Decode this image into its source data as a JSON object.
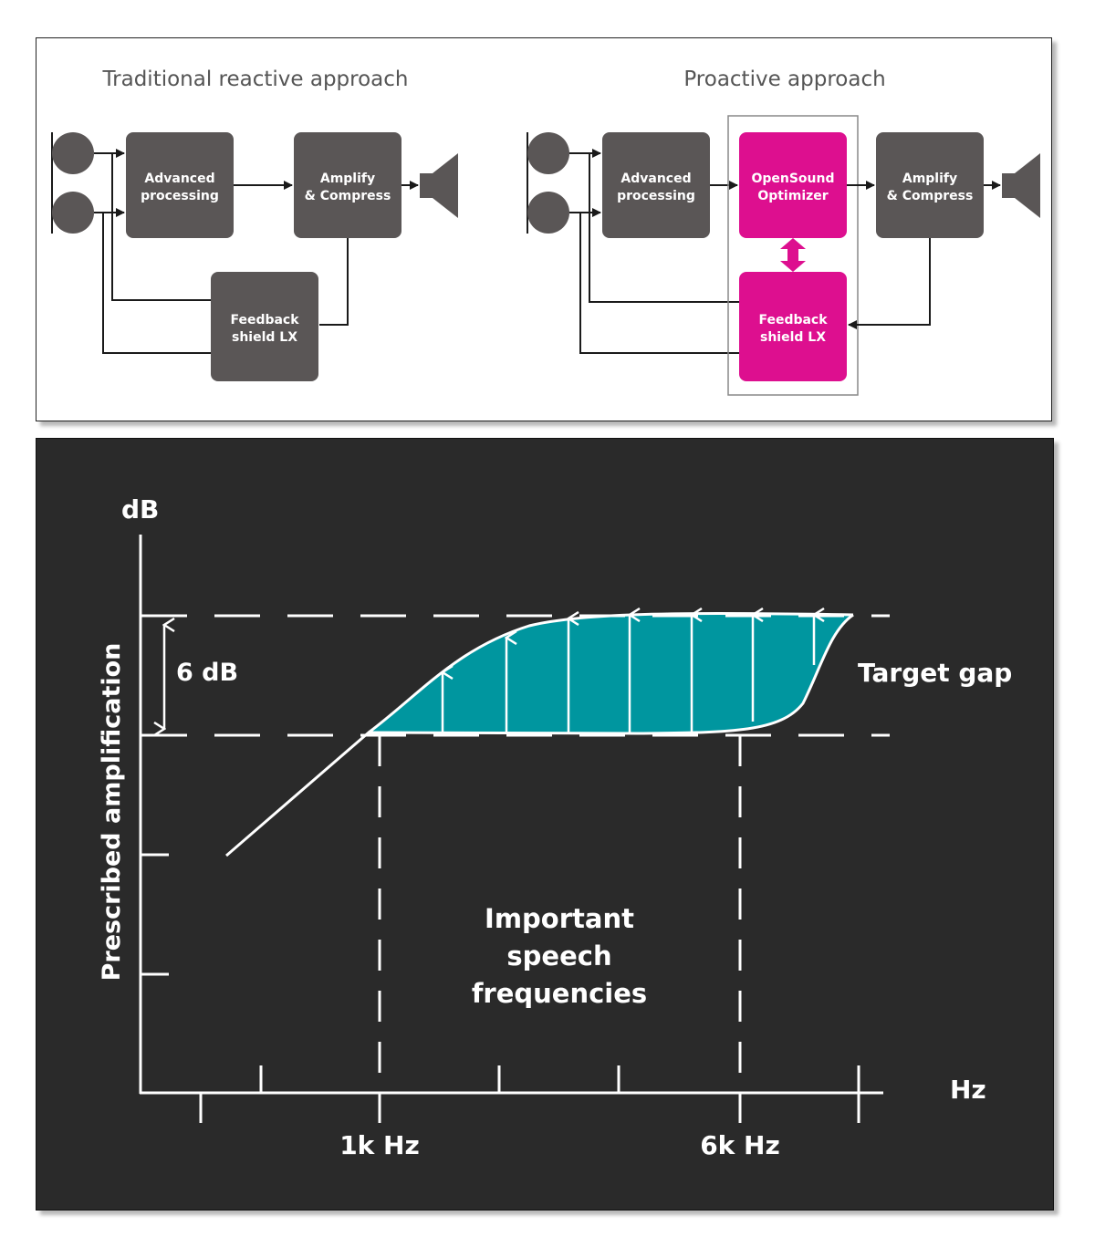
{
  "top_diagram": {
    "left_title": "Traditional reactive approach",
    "right_title": "Proactive approach",
    "left_blocks": {
      "advanced": [
        "Advanced",
        "processing"
      ],
      "amplify": [
        "Amplify",
        "& Compress"
      ],
      "feedback": [
        "Feedback",
        "shield LX"
      ]
    },
    "right_blocks": {
      "advanced": [
        "Advanced",
        "processing"
      ],
      "optimizer": [
        "OpenSound",
        "Optimizer"
      ],
      "amplify": [
        "Amplify",
        "& Compress"
      ],
      "feedback": [
        "Feedback",
        "shield LX"
      ]
    },
    "colors": {
      "block": "#5a5656",
      "highlight": "#dd0f8f",
      "line": "#1a1a1a"
    }
  },
  "bottom_chart": {
    "y_axis_unit": "dB",
    "y_axis_label": "Prescribed amplification",
    "x_axis_unit": "Hz",
    "gap_label": "6 dB",
    "target_label": "Target gap",
    "region_label": [
      "Important",
      "speech",
      "frequencies"
    ],
    "x_ticks": [
      "1k Hz",
      "6k Hz"
    ],
    "colors": {
      "background": "#2a2a2a",
      "fill": "#00969f",
      "line": "#ffffff"
    }
  }
}
